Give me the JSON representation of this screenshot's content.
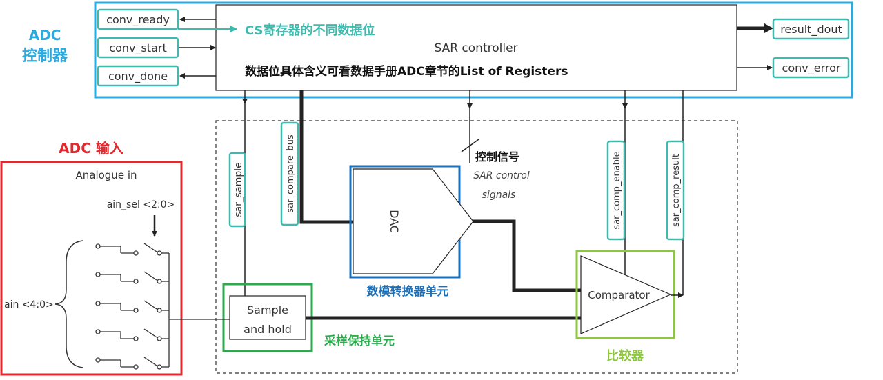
{
  "colors": {
    "controller_frame": "#29ABE2",
    "input_frame": "#E5282E",
    "teal_box": "#3EBBAE",
    "dac_frame": "#1D6FB8",
    "sh_frame": "#2DAA4E",
    "comp_frame": "#8DC63F",
    "line": "#222222"
  },
  "controller": {
    "title_line1": "ADC",
    "title_line2": "控制器",
    "block_label": "SAR controller",
    "cs_note": "CS寄存器的不同数据位",
    "reg_note": "数据位具体含义可看数据手册ADC章节的List of Registers"
  },
  "signals": {
    "conv_ready": "conv_ready",
    "conv_start": "conv_start",
    "conv_done": "conv_done",
    "result_dout": "result_dout",
    "conv_error": "conv_error",
    "sar_sample": "sar_sample",
    "sar_compare_bus": "sar_compare_bus",
    "sar_comp_enable": "sar_comp_enable",
    "sar_comp_result": "sar_comp_result"
  },
  "control": {
    "cn_label": "控制信号",
    "en_line1": "SAR control",
    "en_line2": "signals"
  },
  "input": {
    "title": "ADC 输入",
    "analogue_in": "Analogue in",
    "ain_sel": "ain_sel <2:0>",
    "ain": "ain <4:0>"
  },
  "dac": {
    "label": "DAC",
    "caption": "数模转换器单元"
  },
  "sample_hold": {
    "line1": "Sample",
    "line2": "and hold",
    "caption": "采样保持单元"
  },
  "comparator": {
    "label": "Comparator",
    "caption": "比较器"
  }
}
